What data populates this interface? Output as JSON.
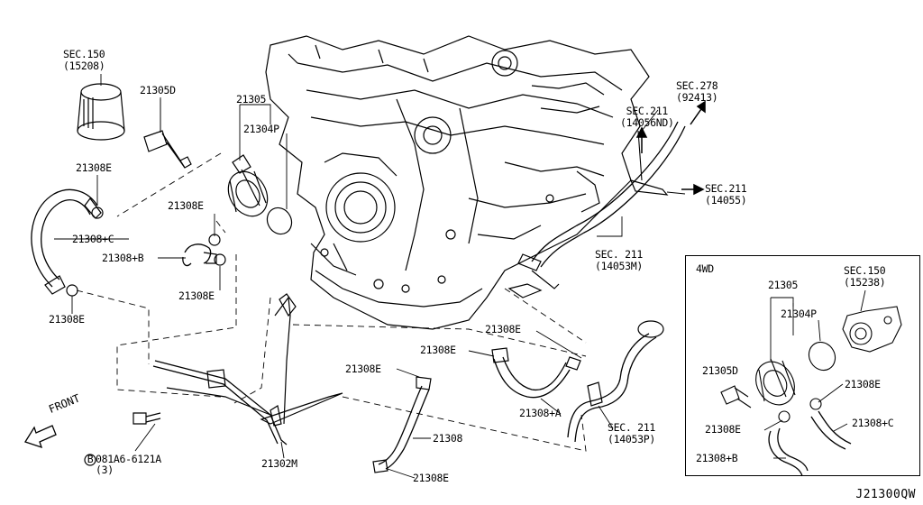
{
  "labels": {
    "sec150_top": "SEC.150",
    "sec150_top_ref": "(15208)",
    "p21305d_top": "21305D",
    "p21305_top": "21305",
    "p21304p_top": "21304P",
    "p21308e_a": "21308E",
    "p21308c_left": "21308+C",
    "p21308e_b": "21308E",
    "p21308b_left": "21308+B",
    "p21308e_c": "21308E",
    "p21308e_d": "21308E",
    "sec211_nd": "SEC.211",
    "sec211_nd_ref": "(14056ND)",
    "sec278": "SEC.278",
    "sec278_ref": "(92413)",
    "sec211_14055": "SEC.211",
    "sec211_14055_ref": "(14055)",
    "sec211_14053m": "SEC. 211",
    "sec211_14053m_ref": "(14053M)",
    "p21308e_e": "21308E",
    "p21308e_f": "21308E",
    "p21308e_g": "21308E",
    "p21308a": "21308+A",
    "p21308": "21308",
    "p21308e_h": "21308E",
    "sec211_14053p": "SEC. 211",
    "sec211_14053p_ref": "(14053P)",
    "p21302m": "21302M",
    "bolt": "081A6-6121A",
    "bolt_marker": "B",
    "bolt_qty": "(3)",
    "front": "FRONT"
  },
  "inset": {
    "title": "4WD",
    "sec150": "SEC.150",
    "sec150_ref": "(15238)",
    "p21305": "21305",
    "p21304p": "21304P",
    "p21305d": "21305D",
    "p21308e_a": "21308E",
    "p21308e_b": "21308E",
    "p21308c": "21308+C",
    "p21308b": "21308+B"
  },
  "diagram_code": "J21300QW"
}
